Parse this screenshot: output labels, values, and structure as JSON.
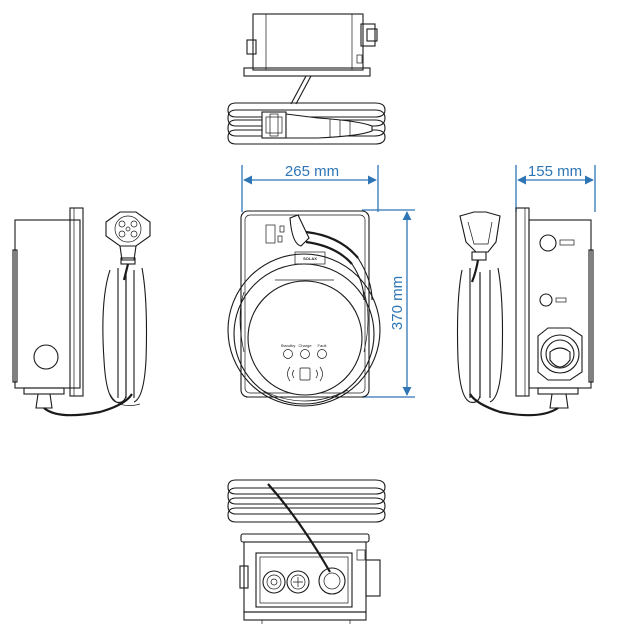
{
  "dimensions": {
    "width_label": "265 mm",
    "depth_label": "155 mm",
    "height_label": "370 mm"
  },
  "front_panel": {
    "brand": "SOLAX",
    "indicators": [
      "Standby",
      "Charge",
      "Fault"
    ]
  },
  "colors": {
    "line": "#1a1a1a",
    "dimension": "#2e75b6",
    "background": "#ffffff"
  }
}
